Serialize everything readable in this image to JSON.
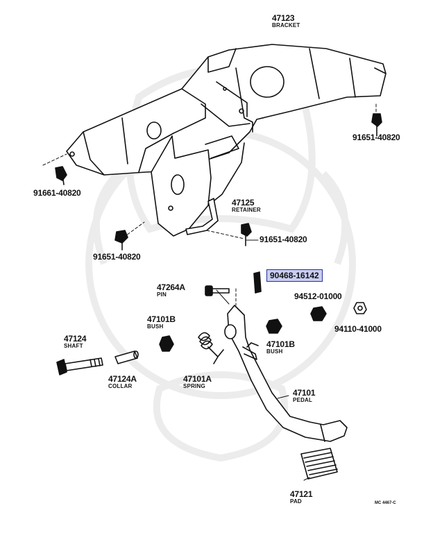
{
  "labels": {
    "bracket": {
      "part": "47123",
      "name": "BRACKET"
    },
    "retainer": {
      "part": "47125",
      "name": "RETAINER"
    },
    "pin": {
      "part": "47264A",
      "name": "PIN"
    },
    "bush_left": {
      "part": "47101B",
      "name": "BUSH"
    },
    "bush_right": {
      "part": "47101B",
      "name": "BUSH"
    },
    "shaft": {
      "part": "47124",
      "name": "SHAFT"
    },
    "collar": {
      "part": "47124A",
      "name": "COLLAR"
    },
    "spring": {
      "part": "47101A",
      "name": "SPRING"
    },
    "pedal": {
      "part": "47101",
      "name": "PEDAL"
    },
    "pad": {
      "part": "47121",
      "name": "PAD"
    },
    "bolt_right": "91651-40820",
    "bolt_left": "91661-40820",
    "bolt_mid_left": "91651-40820",
    "bolt_center": "91651-40820",
    "clip_highlight": "90468-16142",
    "nut_a": "94512-01000",
    "nut_b": "94110-41000"
  },
  "diagram_code": "MC 4467-C",
  "colors": {
    "ink": "#111111",
    "highlight": "#c9cdf1",
    "highlight_border": "#2a2f9c",
    "watermark": "#eeeeee"
  }
}
